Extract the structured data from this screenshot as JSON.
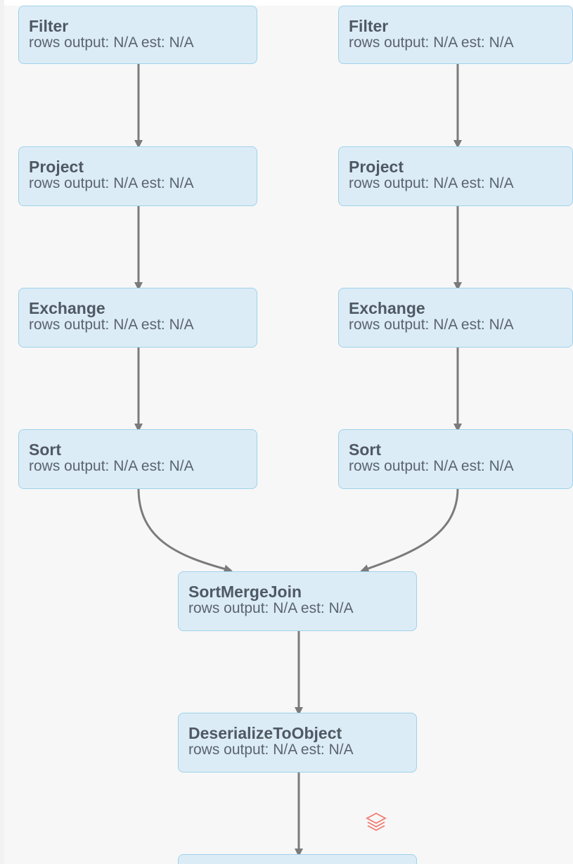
{
  "nodes": [
    {
      "id": "filter_left",
      "name": "Filter",
      "stats": "rows output: N/A est: N/A"
    },
    {
      "id": "filter_right",
      "name": "Filter",
      "stats": "rows output: N/A est: N/A"
    },
    {
      "id": "project_left",
      "name": "Project",
      "stats": "rows output: N/A est: N/A"
    },
    {
      "id": "project_right",
      "name": "Project",
      "stats": "rows output: N/A est: N/A"
    },
    {
      "id": "exchange_left",
      "name": "Exchange",
      "stats": "rows output: N/A est: N/A"
    },
    {
      "id": "exchange_right",
      "name": "Exchange",
      "stats": "rows output: N/A est: N/A"
    },
    {
      "id": "sort_left",
      "name": "Sort",
      "stats": "rows output: N/A est: N/A"
    },
    {
      "id": "sort_right",
      "name": "Sort",
      "stats": "rows output: N/A est: N/A"
    },
    {
      "id": "sort_merge_join",
      "name": "SortMergeJoin",
      "stats": "rows output: N/A est: N/A"
    },
    {
      "id": "deserialize_to_object",
      "name": "DeserializeToObject",
      "stats": "rows output: N/A est: N/A"
    },
    {
      "id": "bottom_cut_off",
      "name": "",
      "stats": ""
    }
  ],
  "edges": [
    {
      "from": "filter_left",
      "to": "project_left"
    },
    {
      "from": "project_left",
      "to": "exchange_left"
    },
    {
      "from": "exchange_left",
      "to": "sort_left"
    },
    {
      "from": "sort_left",
      "to": "sort_merge_join"
    },
    {
      "from": "filter_right",
      "to": "project_right"
    },
    {
      "from": "project_right",
      "to": "exchange_right"
    },
    {
      "from": "exchange_right",
      "to": "sort_right"
    },
    {
      "from": "sort_right",
      "to": "sort_merge_join"
    },
    {
      "from": "sort_merge_join",
      "to": "deserialize_to_object"
    },
    {
      "from": "deserialize_to_object",
      "to": "bottom_cut_off"
    }
  ],
  "colors": {
    "background": "#f7f7f7",
    "node_fill": "#dcecf6",
    "node_border": "#9fd2ea",
    "edge": "#7b7b7b",
    "text": "#555e68",
    "logo": "#f07c72"
  },
  "icons": {
    "watermark": "stacked-layers-icon"
  }
}
